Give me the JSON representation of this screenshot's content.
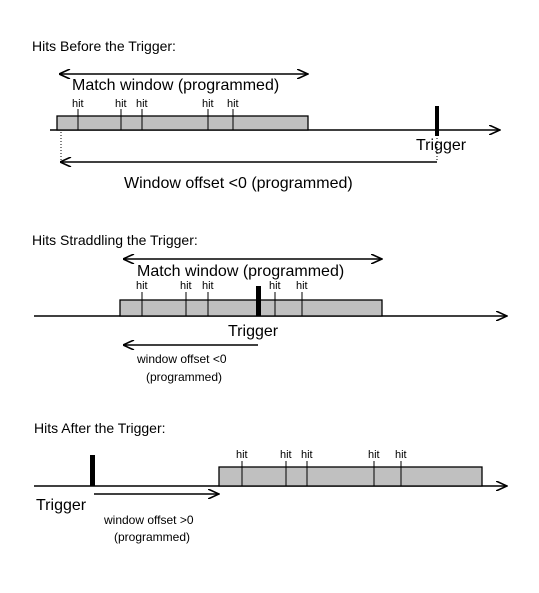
{
  "panels": [
    {
      "title": "Hits Before the Trigger:",
      "match_window_label": "Match window (programmed)",
      "trigger_label": "Trigger",
      "offset_label": "Window offset <0 (programmed)",
      "hit_labels": [
        "hit",
        "hit",
        "hit",
        "hit",
        "hit"
      ]
    },
    {
      "title": "Hits Straddling the Trigger:",
      "match_window_label": "Match window (programmed)",
      "trigger_label": "Trigger",
      "offset_label_line1": "window offset <0",
      "offset_label_line2": "(programmed)",
      "hit_labels": [
        "hit",
        "hit",
        "hit",
        "hit",
        "hit"
      ]
    },
    {
      "title": "Hits After the Trigger:",
      "trigger_label": "Trigger",
      "offset_label_line1": "window offset >0",
      "offset_label_line2": "(programmed)",
      "hit_labels": [
        "hit",
        "hit",
        "hit",
        "hit",
        "hit"
      ]
    }
  ],
  "colors": {
    "window_fill": "#c0c0c0",
    "line": "#000000"
  }
}
